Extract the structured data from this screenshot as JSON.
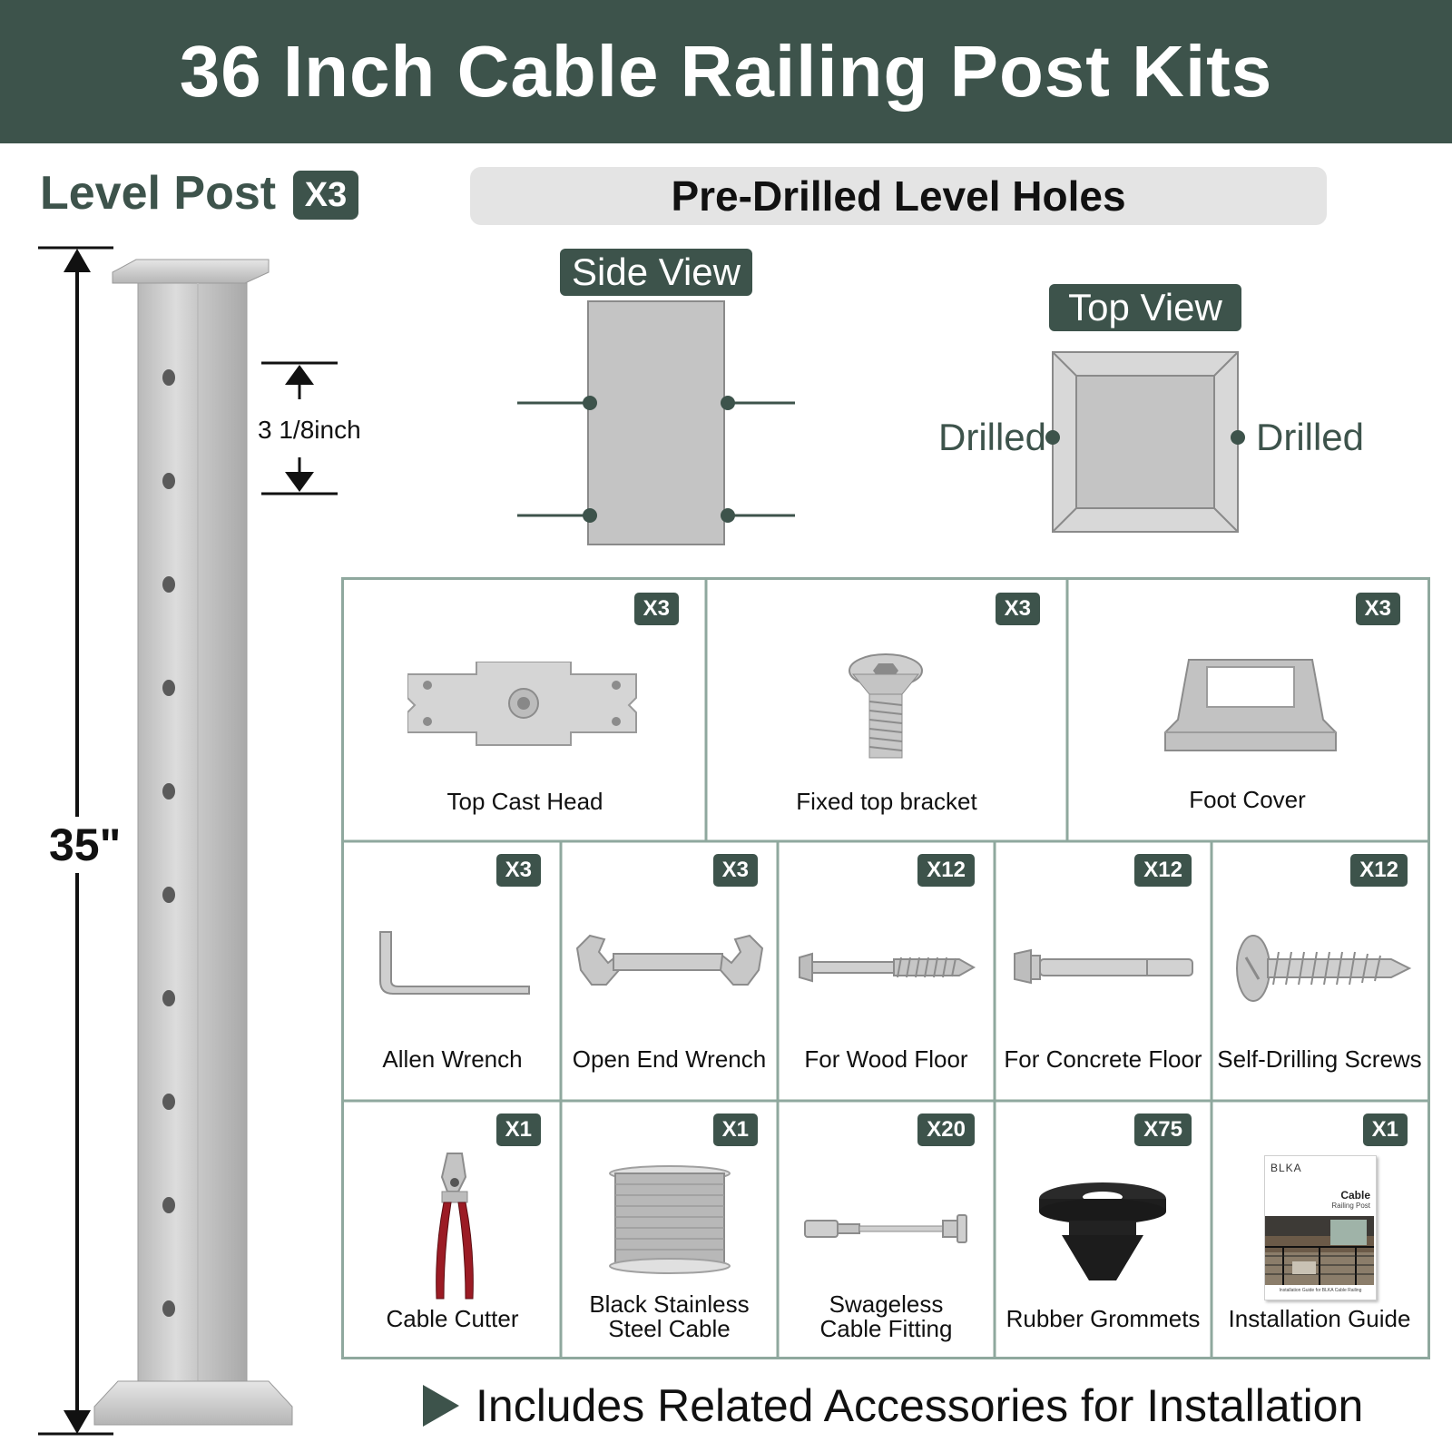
{
  "header": {
    "title": "36 Inch Cable Railing Post Kits"
  },
  "level_post": {
    "title": "Level Post",
    "quantity": "X3",
    "height": "35\"",
    "hole_spacing": "3 1/8inch"
  },
  "predrilled": {
    "title": "Pre-Drilled Level Holes",
    "side_view": "Side View",
    "top_view": "Top View",
    "drilled_left": "Drilled",
    "drilled_right": "Drilled"
  },
  "accessories": {
    "row1": [
      {
        "label": "Top Cast Head",
        "qty": "X3",
        "icon": "top-cast-head-icon"
      },
      {
        "label": "Fixed top bracket",
        "qty": "X3",
        "icon": "screw-icon"
      },
      {
        "label": "Foot Cover",
        "qty": "X3",
        "icon": "foot-cover-icon"
      }
    ],
    "row2": [
      {
        "label": "Allen Wrench",
        "qty": "X3",
        "icon": "allen-wrench-icon"
      },
      {
        "label": "Open End Wrench",
        "qty": "X3",
        "icon": "open-end-wrench-icon"
      },
      {
        "label": "For Wood Floor",
        "qty": "X12",
        "icon": "lag-screw-icon"
      },
      {
        "label": "For Concrete Floor",
        "qty": "X12",
        "icon": "anchor-bolt-icon"
      },
      {
        "label": "Self-Drilling Screws",
        "qty": "X12",
        "icon": "self-drilling-screw-icon"
      }
    ],
    "row3": [
      {
        "label": "Cable Cutter",
        "qty": "X1",
        "icon": "cable-cutter-icon"
      },
      {
        "label_line1": "Black Stainless",
        "label_line2": "Steel Cable",
        "qty": "X1",
        "icon": "cable-spool-icon"
      },
      {
        "label_line1": "Swageless",
        "label_line2": "Cable Fitting",
        "qty": "X20",
        "icon": "cable-fitting-icon"
      },
      {
        "label": "Rubber Grommets",
        "qty": "X75",
        "icon": "rubber-grommet-icon"
      },
      {
        "label": "Installation Guide",
        "qty": "X1",
        "icon": "installation-guide-icon",
        "guide_brand": "BLKA",
        "guide_title": "Cable",
        "guide_subtitle": "Railing Post",
        "guide_footer": "Installation Guide for BLKA Cable Railing"
      }
    ]
  },
  "footer": {
    "text": "Includes Related Accessories for Installation"
  },
  "colors": {
    "brand_green": "#3d534b",
    "grid_border": "#8fa89e",
    "banner_gray": "#e4e4e4"
  }
}
